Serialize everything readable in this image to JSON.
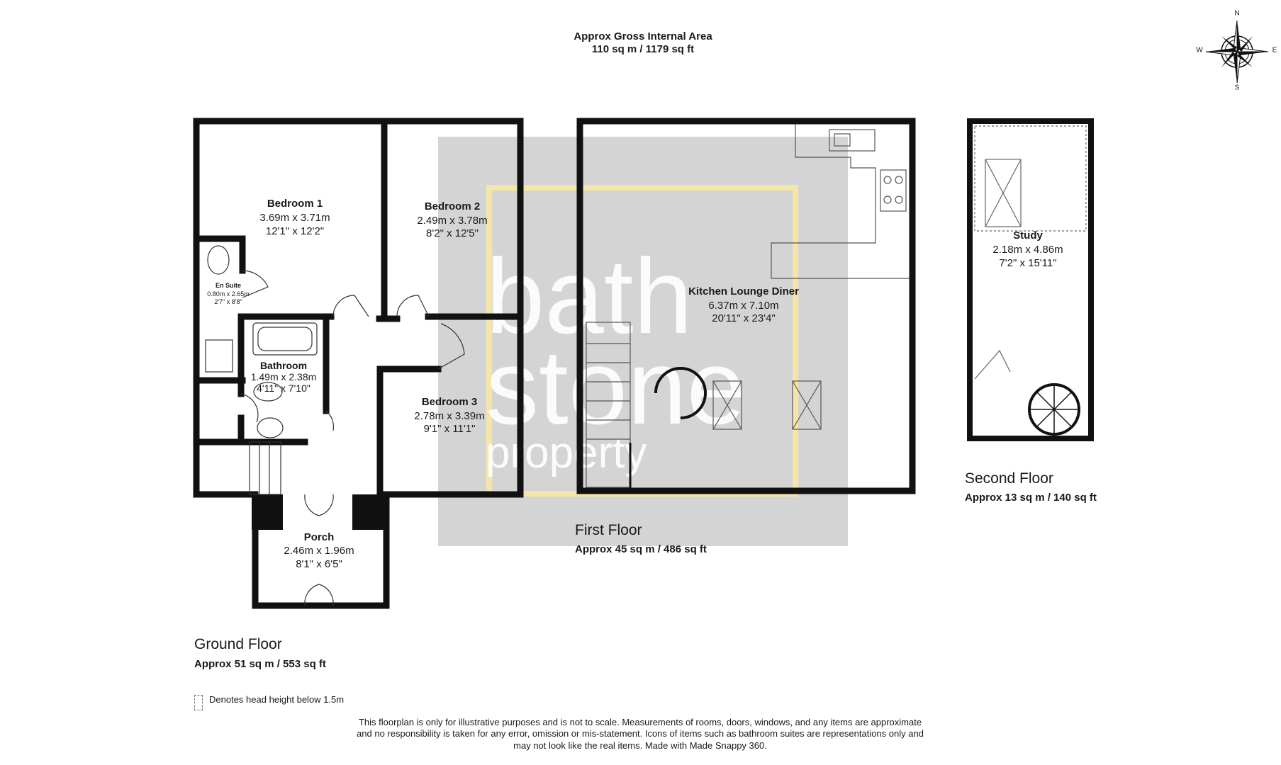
{
  "header": {
    "title": "Approx Gross Internal Area",
    "total_area": "110 sq m / 1179 sq ft"
  },
  "compass": {
    "n": "N",
    "e": "E",
    "s": "S",
    "w": "W"
  },
  "watermark": {
    "line1": "bath",
    "line2": "stone",
    "line3": "property"
  },
  "rooms": {
    "bedroom1": {
      "name": "Bedroom 1",
      "metric": "3.69m x 3.71m",
      "imperial": "12'1\" x 12'2\""
    },
    "bedroom2": {
      "name": "Bedroom 2",
      "metric": "2.49m x 3.78m",
      "imperial": "8'2\" x 12'5\""
    },
    "ensuite": {
      "name": "En Suite",
      "metric": "0.80m x 2.65m",
      "imperial": "2'7\" x 8'8\""
    },
    "bathroom": {
      "name": "Bathroom",
      "metric": "1.49m x 2.38m",
      "imperial": "4'11\" x 7'10\""
    },
    "bedroom3": {
      "name": "Bedroom 3",
      "metric": "2.78m x 3.39m",
      "imperial": "9'1\" x 11'1\""
    },
    "porch": {
      "name": "Porch",
      "metric": "2.46m x 1.96m",
      "imperial": "8'1\" x 6'5\""
    },
    "kitchen": {
      "name": "Kitchen Lounge Diner",
      "metric": "6.37m x 7.10m",
      "imperial": "20'11\" x 23'4\""
    },
    "study": {
      "name": "Study",
      "metric": "2.18m x 4.86m",
      "imperial": "7'2\" x 15'11\""
    }
  },
  "floors": {
    "ground": {
      "label": "Ground Floor",
      "area": "Approx 51 sq m / 553 sq ft"
    },
    "first": {
      "label": "First Floor",
      "area": "Approx 45 sq m / 486 sq ft"
    },
    "second": {
      "label": "Second Floor",
      "area": "Approx 13 sq m / 140 sq ft"
    }
  },
  "legend": {
    "text": "Denotes head height below 1.5m"
  },
  "disclaimer": {
    "line1": "This floorplan is only for illustrative purposes and is not to scale. Measurements of rooms, doors, windows, and any items are approximate",
    "line2": "and no responsibility is taken for any error, omission or mis-statement. Icons of items such as bathroom suites are representations only and",
    "line3": "may not look like the real items. Made with Made Snappy 360."
  },
  "colors": {
    "wall": "#111111",
    "watermark_bg": "#d4d4d4",
    "watermark_text": "#ffffff",
    "watermark_frame": "#f5e6a8"
  }
}
